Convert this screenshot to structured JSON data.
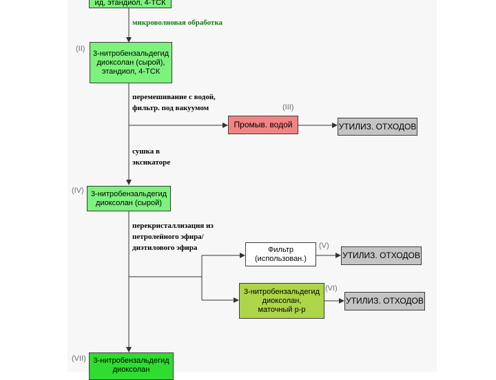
{
  "nodes": {
    "top": "ид, этандиол, 4-ТСК",
    "ii": "3-нитробензальдегид\nдиоксолан (сырой),\nэтандиол, 4-ТСК",
    "iii": "Промыв. водой",
    "waste1": "УТИЛИЗ. ОТХОДОВ",
    "iv": "3-нитробензальдегид\nдиоксолан (сырой)",
    "v": "Фильтр\n(использован.)",
    "waste2": "УТИЛИЗ. ОТХОДОВ",
    "vi": "3-нитробензальдегид\nдиоксолан,\nматочный р-р",
    "waste3": "УТИЛИЗ. ОТХОДОВ",
    "vii": "3-нитробензальдегид\nдиоксолан"
  },
  "tags": {
    "ii": "(II)",
    "iii": "(III)",
    "iv": "(IV)",
    "v": "(V)",
    "vi": "(VI)",
    "vii": "(VII)"
  },
  "steps": {
    "microwave": "микроволновая обработка",
    "wash": "перемешивание с водой,\nфильтр. под вакуумом",
    "dry": "сушка в\nэксикаторе",
    "recryst": "перекристаллизация из\nпетролейного эфира/\nдиэтилового эфира"
  },
  "colors": {
    "node_green": "#7df27d",
    "node_green_final": "#2fdc2f",
    "node_red": "#f28383",
    "node_olive": "#add548",
    "node_waste": "#c4c4c4",
    "node_filter": "#ffffff",
    "step_highlight": "#0b7d0b"
  }
}
